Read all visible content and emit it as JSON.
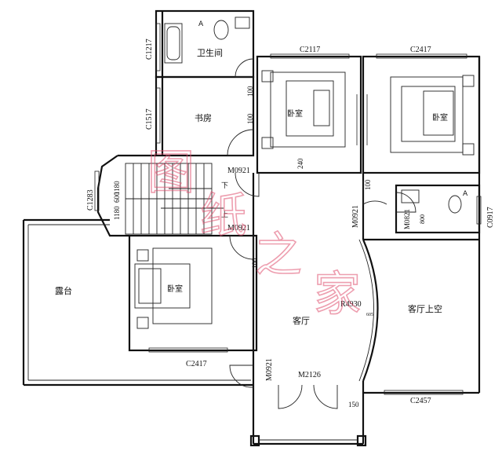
{
  "rooms": {
    "bathroom": "卫生间",
    "study": "书房",
    "bedroom_top_middle": "卧室",
    "bedroom_top_right": "卧室",
    "bedroom_left": "卧室",
    "terrace": "露台",
    "living_room": "客厅",
    "living_void": "客厅上空"
  },
  "windows": {
    "c1217": "C1217",
    "c1517": "C1517",
    "c1283": "C1283",
    "c2117": "C2117",
    "c2417_top": "C2417",
    "c2417_bottom": "C2417",
    "c2457": "C2457",
    "c0917": "C0917"
  },
  "doors": {
    "m0921_a": "M0921",
    "m0921_b": "M0921",
    "m0921_c": "M0921",
    "m0921_d": "M0921",
    "m0821": "M0821",
    "m2126": "M2126"
  },
  "dimensions": {
    "d1180_a": "1180",
    "d600": "600",
    "d1180_b": "1180",
    "d100_a": "100",
    "d100_b": "100",
    "d100_c": "100",
    "d100_d": "100",
    "d240": "240",
    "d800": "800",
    "d150": "150",
    "r4930": "R4930",
    "d605": "605"
  },
  "marks": {
    "a_top": "A",
    "a_right": "A",
    "down": "下",
    "up": "上"
  },
  "watermark": {
    "chars": [
      "图",
      "纸",
      "之",
      "家"
    ],
    "color": "#e0506e"
  }
}
